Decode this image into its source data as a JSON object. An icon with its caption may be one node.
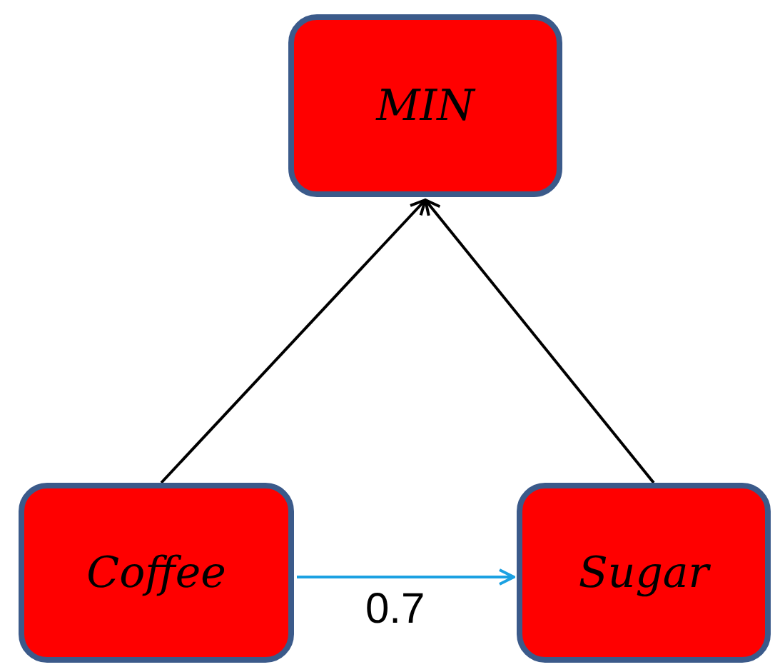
{
  "diagram": {
    "nodes": [
      {
        "text": [
          "MIN"
        ]
      },
      {
        "text": [
          "Coffee"
        ]
      },
      {
        "text": [
          "Sugar"
        ]
      }
    ],
    "edges": [
      {
        "from": 1,
        "to": 0,
        "arrow": "to"
      },
      {
        "from": 2,
        "to": 0,
        "arrow": "to"
      },
      {
        "from": 1,
        "to": 2,
        "arrow": "to",
        "label": "0.7",
        "color": "#1ba1e2"
      }
    ]
  }
}
